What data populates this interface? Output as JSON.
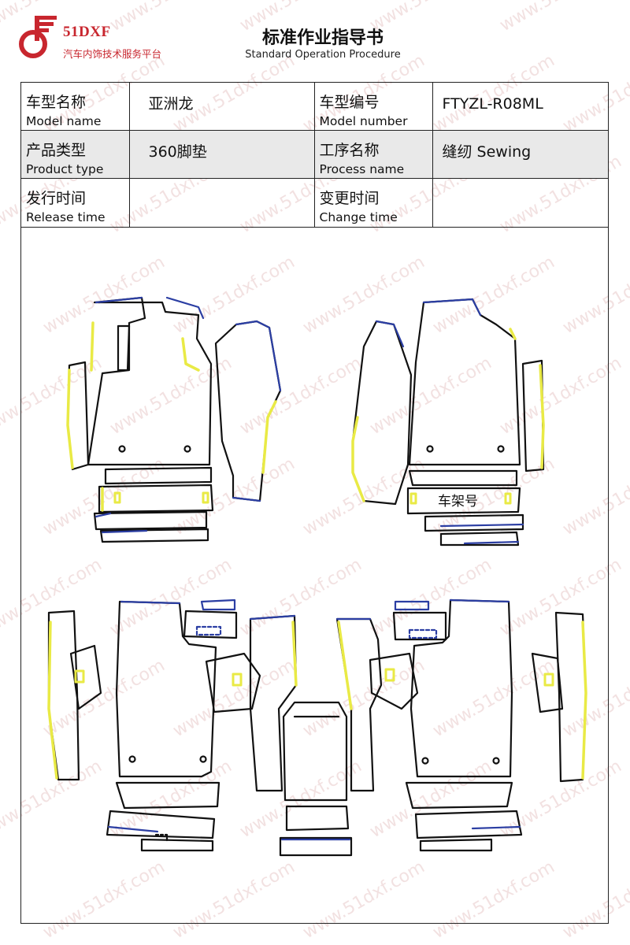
{
  "brand": {
    "name": "51DXF",
    "tagline": "汽车内饰技术服务平台",
    "color": "#c8262e"
  },
  "document": {
    "title": "标准作业指导书",
    "subtitle": "Standard Operation Procedure"
  },
  "info": {
    "model_name": {
      "label_cn": "车型名称",
      "label_en": "Model name",
      "value": "亚洲龙"
    },
    "model_number": {
      "label_cn": "车型编号",
      "label_en": "Model number",
      "value": "FTYZL-R08ML"
    },
    "product_type": {
      "label_cn": "产品类型",
      "label_en": "Product type",
      "value": "360脚垫"
    },
    "process_name": {
      "label_cn": "工序名称",
      "label_en": "Process name",
      "value": "缝纫 Sewing"
    },
    "release_time": {
      "label_cn": "发行时间",
      "label_en": "Release time",
      "value": ""
    },
    "change_time": {
      "label_cn": "变更时间",
      "label_en": "Change time",
      "value": ""
    }
  },
  "drawing": {
    "annotation": "车架号"
  },
  "watermark": "www.51dxf.com",
  "colors": {
    "outline": "#111111",
    "edge_blue": "#2b3ea3",
    "edge_yellow": "#e9ea45",
    "shading": "#e9e9e9"
  }
}
